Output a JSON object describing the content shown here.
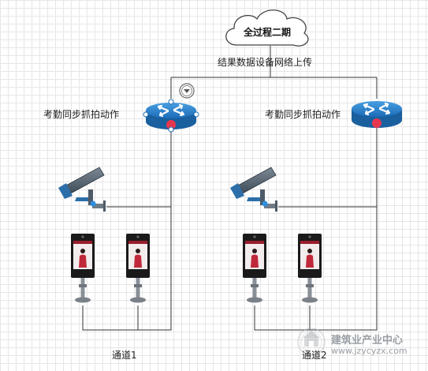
{
  "cloud": {
    "label": "全过程二期"
  },
  "upload_label": "结果数据设备网络上传",
  "routers": [
    {
      "caption": "考勤同步抓拍动作"
    },
    {
      "caption": "考勤同步抓拍动作"
    }
  ],
  "channels": [
    {
      "label": "通道1"
    },
    {
      "label": "通道2"
    }
  ],
  "watermark": {
    "name": "建筑业产业中心",
    "url": "www.jzycyzx.com"
  },
  "colors": {
    "router": "#1f6fb5",
    "camera": "#2c6fa8",
    "line": "#333333",
    "accent": "#e8364f"
  }
}
